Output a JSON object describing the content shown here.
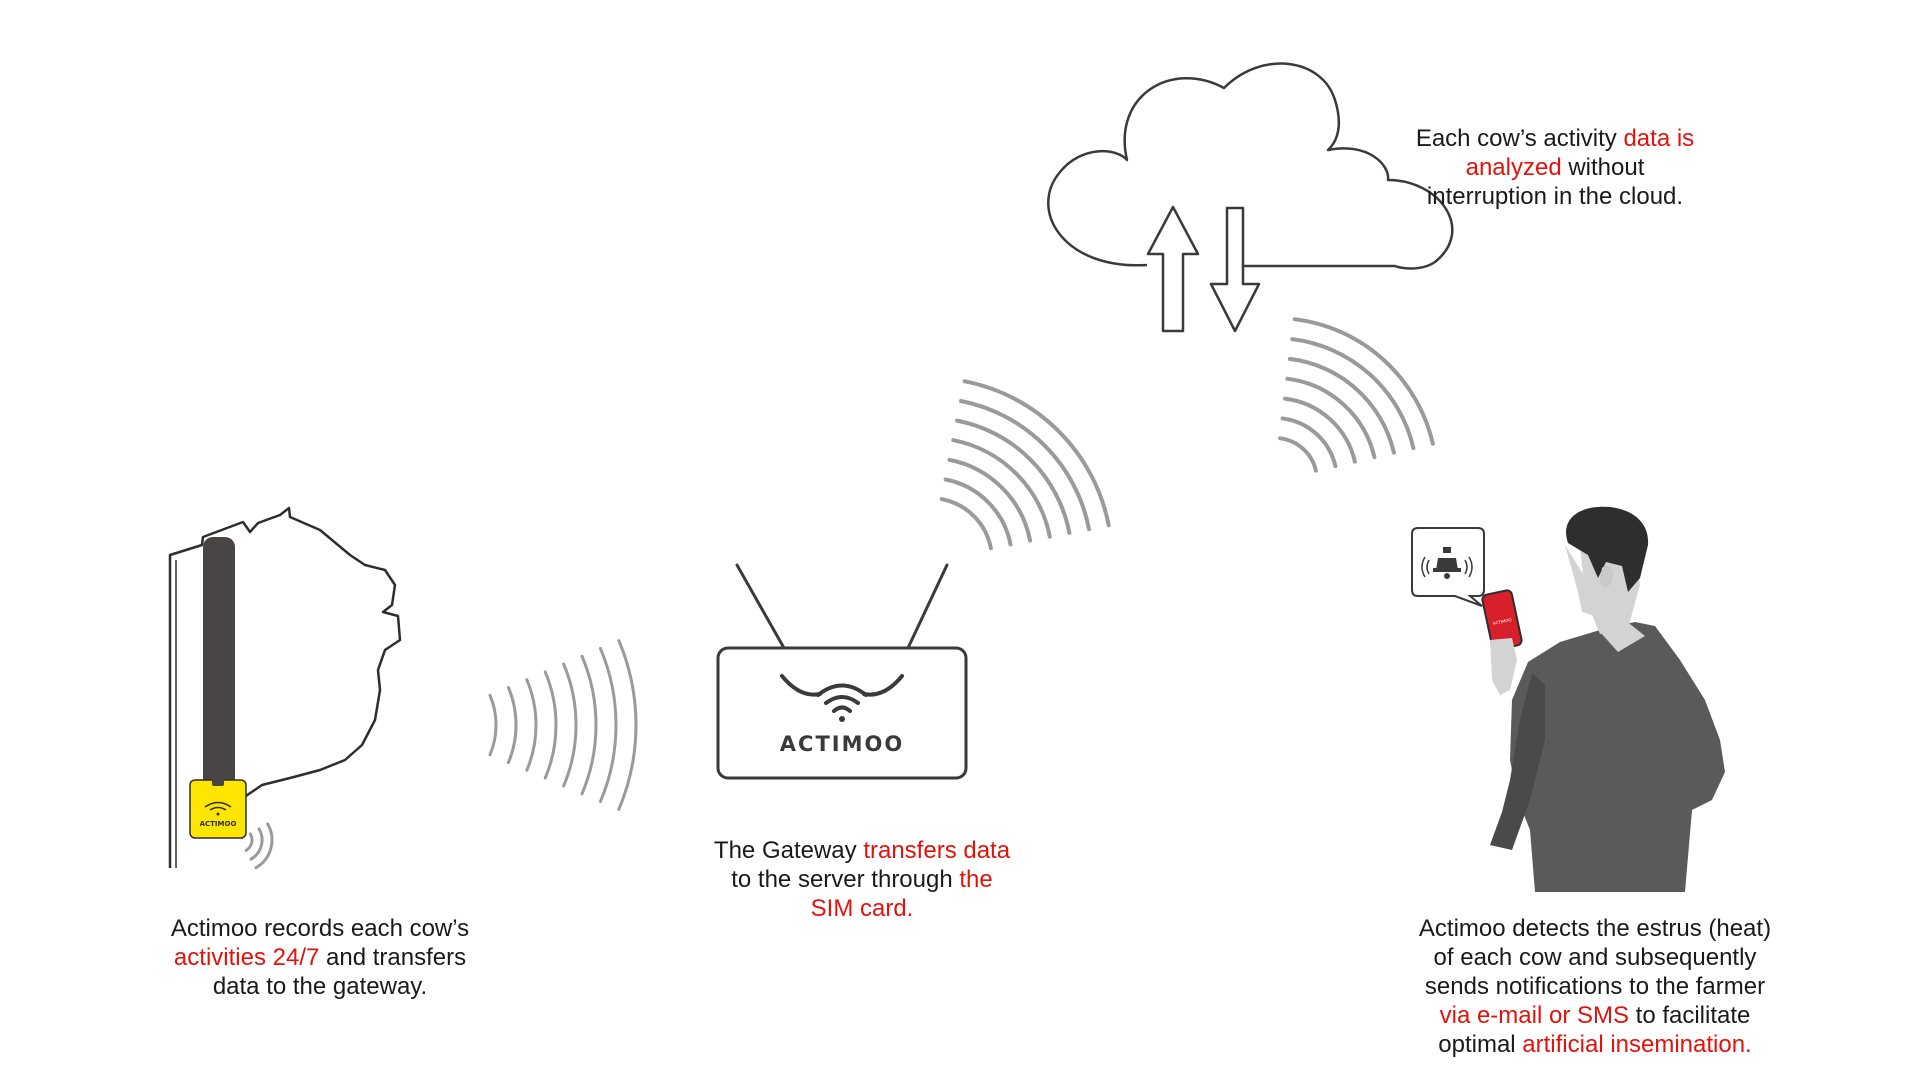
{
  "captions": {
    "cloud": {
      "p1": "Each cow’s activity ",
      "h1": "data is",
      "br1": "",
      "h2": "analyzed",
      "p2": " without",
      "p3": "interruption in the cloud."
    },
    "collar": {
      "p1": "Actimoo records each cow’s",
      "h1": "activities 24/7",
      "p2": " and transfers",
      "p3": "data to the gateway."
    },
    "gateway": {
      "p1": "The Gateway ",
      "h1": "transfers data",
      "p2": "to the server through ",
      "h2": "the",
      "h3": "SIM card."
    },
    "farmer": {
      "p1": "Actimoo detects the estrus (heat)",
      "p2": "of each cow and subsequently",
      "p3": "sends notifications to the farmer",
      "h1": "via e-mail or SMS",
      "p4": " to facilitate",
      "p5": "optimal ",
      "h2": "artificial insemination."
    }
  },
  "brand": {
    "gateway_logo": "ACTIMOO",
    "collar_logo": "ACTIMOO",
    "phone_logo": "ACTIMOO"
  },
  "colors": {
    "accent": "#e3120b",
    "collar_tag": "#ffe600",
    "strap": "#4a4545",
    "waves": "#9a9a9a",
    "outline": "#3a3a3a",
    "shirt": "#5a5a5a",
    "hair": "#2e2e2e",
    "skin": "#d3d3d3"
  },
  "icons": {
    "cloud": "cloud-icon",
    "upload": "arrow-up-icon",
    "download": "arrow-down-icon",
    "notification": "bell-icon",
    "signal": "wireless-waves-icon"
  }
}
